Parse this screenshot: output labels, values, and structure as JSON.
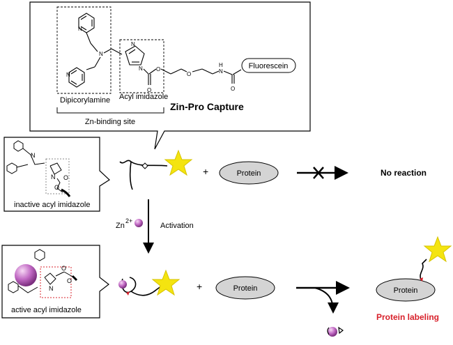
{
  "labels": {
    "dipicorylamine": "Dipicorylamine",
    "acyl_imidazole": "Acyl imidazole",
    "zn_binding_site": "Zn-binding site",
    "fluorescein": "Fluorescein",
    "title": "Zin-Pro Capture",
    "protein": "Protein",
    "no_reaction": "No reaction",
    "inactive": "inactive acyl imidazole",
    "active": "active acyl imidazole",
    "zn": "Zn",
    "zn_charge": "2+",
    "activation": "Activation",
    "protein_labeling": "Protein labeling"
  },
  "atoms": {
    "N": "N",
    "O": "O",
    "H": "H"
  },
  "colors": {
    "star_fill": "#f4e410",
    "protein_fill": "#d4d4d4",
    "zinc": "#c16ac4",
    "highlight_red": "#d8202a",
    "labeling_text": "#d8202a"
  },
  "icons": {
    "block": "x-mark",
    "star": "star-icon",
    "zinc": "zinc-ion"
  }
}
